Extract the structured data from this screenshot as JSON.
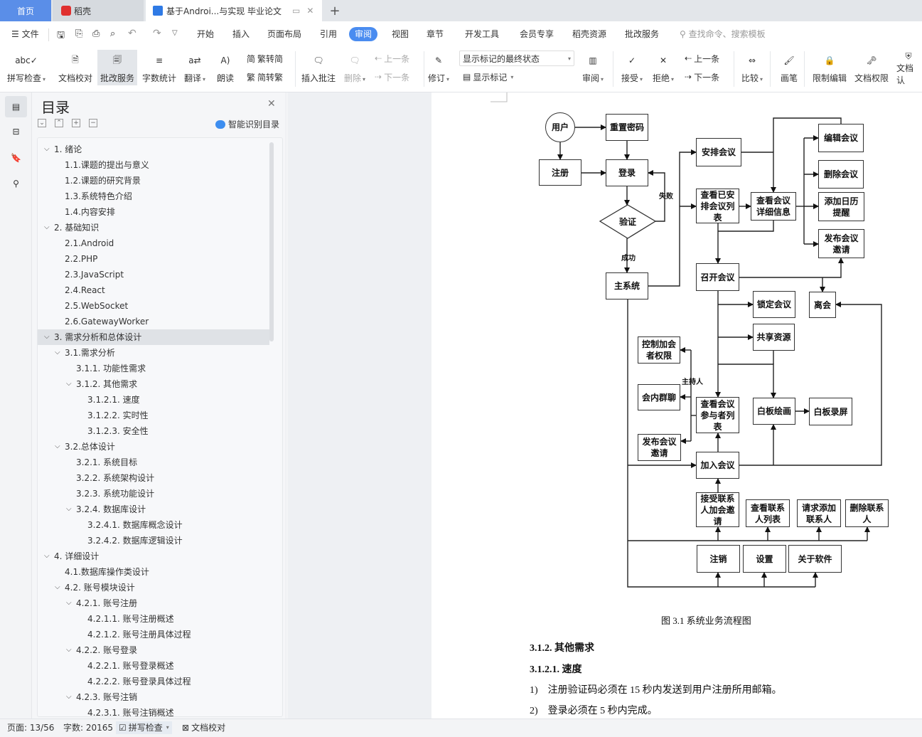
{
  "tabs": {
    "home": "首页",
    "daoke": "稻壳",
    "doc": "基于Androi...与实现 毕业论文",
    "add": "+"
  },
  "menu": {
    "file": "文件",
    "items": [
      "开始",
      "插入",
      "页面布局",
      "引用",
      "审阅",
      "视图",
      "章节",
      "开发工具",
      "会员专享",
      "稻壳资源",
      "批改服务"
    ],
    "active": "审阅",
    "search_placeholder": "查找命令、搜索模板"
  },
  "ribbon": {
    "spell": "拼写检查",
    "proof": "文档校对",
    "review_service": "批改服务",
    "wordcount": "字数统计",
    "translate": "翻译",
    "read": "朗读",
    "t2s": "繁转简",
    "s2t": "简转繁",
    "insert_comment": "插入批注",
    "delete": "删除",
    "prev": "上一条",
    "next": "下一条",
    "track": "修订",
    "markup_state": "显示标记的最终状态",
    "show_markup": "显示标记",
    "review_pane": "审阅",
    "accept": "接受",
    "reject": "拒绝",
    "prev2": "上一条",
    "next2": "下一条",
    "compare": "比较",
    "pen": "画笔",
    "restrict": "限制编辑",
    "permission": "文档权限",
    "cert": "文档认"
  },
  "toc": {
    "title": "目录",
    "smart": "智能识别目录",
    "selected_index": 12,
    "items": [
      {
        "t": "1.  绪论",
        "l": 1,
        "c": true
      },
      {
        "t": "1.1.课题的提出与意义",
        "l": 2
      },
      {
        "t": "1.2.课题的研究背景",
        "l": 2
      },
      {
        "t": "1.3.系统特色介绍",
        "l": 2
      },
      {
        "t": "1.4.内容安排",
        "l": 2
      },
      {
        "t": "2.  基础知识",
        "l": 1,
        "c": true
      },
      {
        "t": "2.1.Android",
        "l": 2
      },
      {
        "t": "2.2.PHP",
        "l": 2
      },
      {
        "t": "2.3.JavaScript",
        "l": 2
      },
      {
        "t": "2.4.React",
        "l": 2
      },
      {
        "t": "2.5.WebSocket",
        "l": 2
      },
      {
        "t": "2.6.GatewayWorker",
        "l": 2
      },
      {
        "t": "3.  需求分析和总体设计",
        "l": 1,
        "c": true
      },
      {
        "t": "3.1.需求分析",
        "l": 2,
        "c": true
      },
      {
        "t": "3.1.1.  功能性需求",
        "l": 3
      },
      {
        "t": "3.1.2.  其他需求",
        "l": 3,
        "c": true
      },
      {
        "t": "3.1.2.1.  速度",
        "l": 4
      },
      {
        "t": "3.1.2.2.  实时性",
        "l": 4
      },
      {
        "t": "3.1.2.3.  安全性",
        "l": 4
      },
      {
        "t": "3.2.总体设计",
        "l": 2,
        "c": true
      },
      {
        "t": "3.2.1.  系统目标",
        "l": 3
      },
      {
        "t": "3.2.2.  系统架构设计",
        "l": 3
      },
      {
        "t": "3.2.3.  系统功能设计",
        "l": 3
      },
      {
        "t": "3.2.4.  数据库设计",
        "l": 3,
        "c": true
      },
      {
        "t": "3.2.4.1.  数据库概念设计",
        "l": 4
      },
      {
        "t": "3.2.4.2.  数据库逻辑设计",
        "l": 4
      },
      {
        "t": "4.  详细设计",
        "l": 1,
        "c": true
      },
      {
        "t": "4.1.数据库操作类设计",
        "l": 2
      },
      {
        "t": "4.2.  账号模块设计",
        "l": 2,
        "c": true
      },
      {
        "t": "4.2.1.  账号注册",
        "l": 3,
        "c": true
      },
      {
        "t": "4.2.1.1.  账号注册概述",
        "l": 4
      },
      {
        "t": "4.2.1.2.  账号注册具体过程",
        "l": 4
      },
      {
        "t": "4.2.2.  账号登录",
        "l": 3,
        "c": true
      },
      {
        "t": "4.2.2.1.  账号登录概述",
        "l": 4
      },
      {
        "t": "4.2.2.2.  账号登录具体过程",
        "l": 4
      },
      {
        "t": "4.2.3.  账号注销",
        "l": 3,
        "c": true
      },
      {
        "t": "4.2.3.1.  账号注销概述",
        "l": 4
      }
    ]
  },
  "diagram": {
    "nodes": {
      "user": "用户",
      "reset": "重置密码",
      "register": "注册",
      "login": "登录",
      "verify": "验证",
      "main": "主系统",
      "arrange": "安排会议",
      "list_arranged": "查看已安排会议列表",
      "detail": "查看会议详细信息",
      "edit": "编辑会议",
      "delete": "删除会议",
      "calendar": "添加日历提醒",
      "publish": "发布会议邀请",
      "hold": "召开会议",
      "leave": "离会",
      "lock": "锁定会议",
      "share": "共享资源",
      "control": "控制加会者权限",
      "chat": "会内群聊",
      "participants": "查看会议参与者列表",
      "draw": "白板绘画",
      "record": "白板录屏",
      "publish2": "发布会议邀请",
      "join": "加入会议",
      "accept_invite": "接受联系人加会邀请",
      "contacts": "查看联系人列表",
      "add_contact": "请求添加联系人",
      "del_contact": "删除联系人",
      "logout": "注销",
      "settings": "设置",
      "about": "关于软件"
    },
    "labels": {
      "fail": "失败",
      "success": "成功",
      "host": "主持人"
    }
  },
  "document": {
    "caption": "图 3.1    系统业务流程图",
    "h3": "3.1.2.  其他需求",
    "h4": "3.1.2.1.  速度",
    "list": [
      {
        "n": "1)",
        "t": "注册验证码必须在 15 秒内发送到用户注册所用邮箱。"
      },
      {
        "n": "2)",
        "t": "登录必须在 5 秒内完成。"
      }
    ]
  },
  "status": {
    "page": "页面: 13/56",
    "words": "字数: 20165",
    "spell": "拼写检查",
    "proof": "文档校对"
  }
}
